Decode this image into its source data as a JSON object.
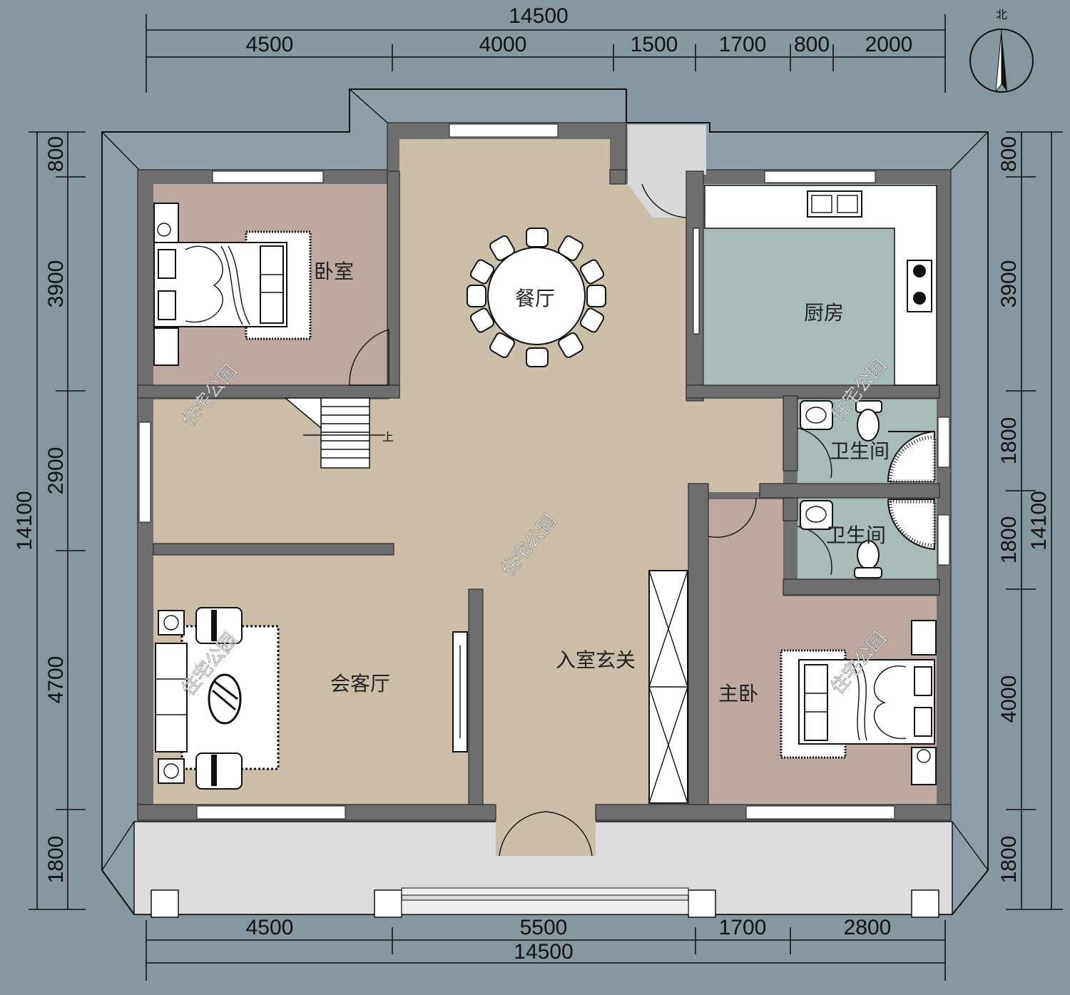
{
  "north_label": "北",
  "dimensions": {
    "top_total": "14500",
    "top_segments": [
      "4500",
      "4000",
      "1500",
      "1700",
      "800",
      "2000"
    ],
    "bottom_total": "14500",
    "bottom_segments": [
      "4500",
      "5500",
      "1700",
      "2800"
    ],
    "left_total": "14100",
    "left_segments": [
      "800",
      "3900",
      "2900",
      "4700",
      "1800"
    ],
    "right_total": "14100",
    "right_segments": [
      "800",
      "3900",
      "1800",
      "1800",
      "4000",
      "1800"
    ]
  },
  "rooms": {
    "bedroom": "卧室",
    "dining": "餐厅",
    "kitchen": "厨房",
    "bathroom_1": "卫生间",
    "bathroom_2": "卫生间",
    "living": "会客厅",
    "entrance": "入室玄关",
    "master_bedroom": "主卧",
    "stair_up": "上"
  },
  "watermark": "住宅公园",
  "colors": {
    "background": "#8797a0",
    "wall": "#6e6e6e",
    "floor_beige": "#cbbfaa",
    "floor_pink": "#bba9a1",
    "floor_teal": "#a9bbb8",
    "floor_light": "#d8d8d8",
    "terrace": "#dcdcdc"
  }
}
